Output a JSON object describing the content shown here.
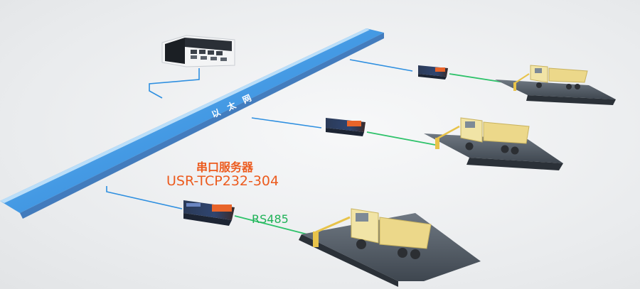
{
  "backbone": {
    "label": "以太网"
  },
  "serial_server": {
    "title": "串口服务器",
    "model": "USR-TCP232-304"
  },
  "link": {
    "label": "RS485"
  },
  "colors": {
    "ethernet": "#2e8fe0",
    "rs485": "#2ec26a",
    "label_orange": "#ec5b1e",
    "label_green": "#1fb257",
    "truck": "#ecd88a",
    "scale": "#4d5660"
  },
  "icons": [
    "control-room-icon",
    "serial-server-device-icon",
    "dump-truck-icon",
    "weighbridge-icon",
    "barrier-gate-icon"
  ]
}
